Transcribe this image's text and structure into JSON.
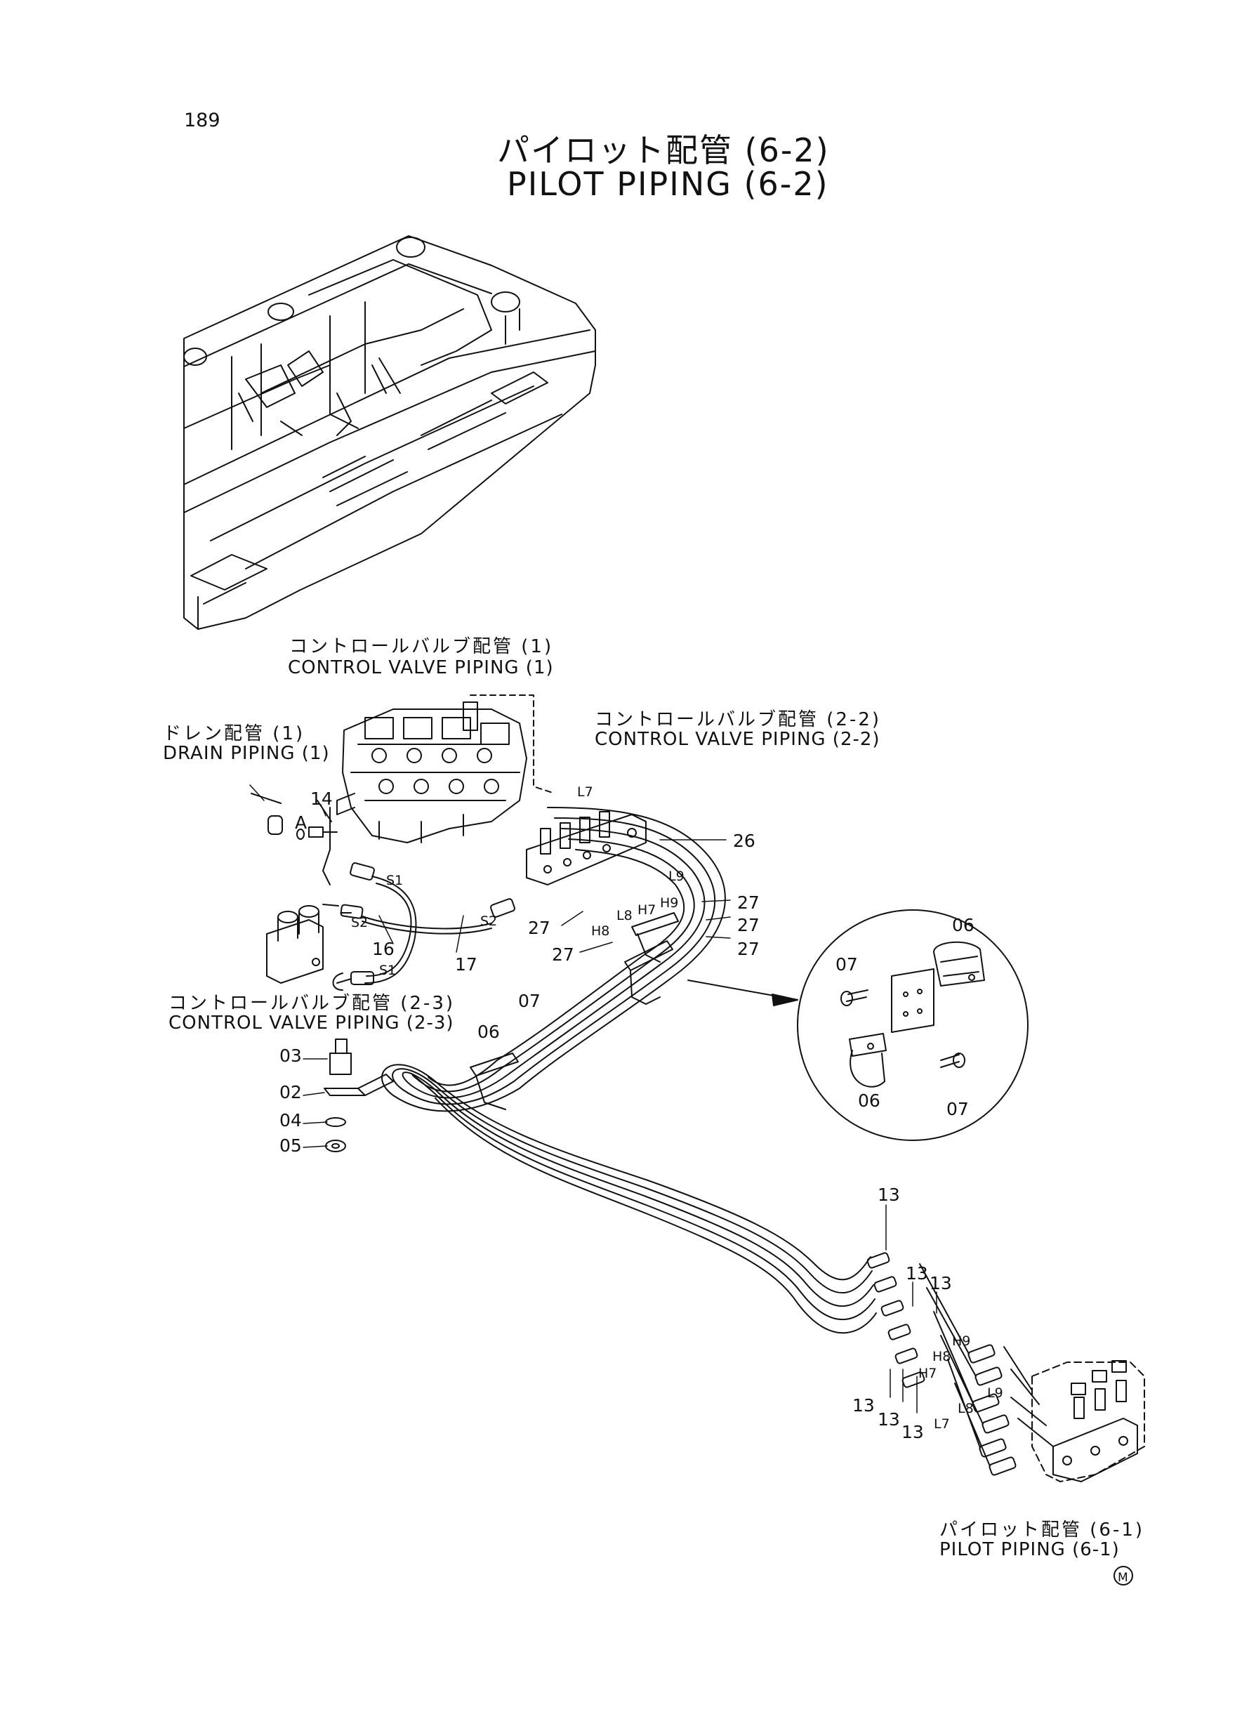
{
  "page_number": "189",
  "title": {
    "japanese": "パイロット配管 (6-2)",
    "english": "PILOT PIPING (6-2)"
  },
  "references": {
    "control_valve_piping_1": {
      "ja": "コントロールバルブ配管 (1)",
      "en": "CONTROL VALVE PIPING (1)"
    },
    "drain_piping_1": {
      "ja": "ドレン配管 (1)",
      "en": "DRAIN PIPING (1)"
    },
    "control_valve_piping_2_2": {
      "ja": "コントロールバルブ配管 (2-2)",
      "en": "CONTROL VALVE PIPING (2-2)"
    },
    "control_valve_piping_2_3": {
      "ja": "コントロールバルブ配管 (2-3)",
      "en": "CONTROL VALVE PIPING (2-3)"
    },
    "pilot_piping_6_1": {
      "ja": "パイロット配管 (6-1)",
      "en": "PILOT PIPING (6-1)"
    }
  },
  "view_marker": "A",
  "mark_symbol": "M",
  "callouts": {
    "c14": "14",
    "c26": "26",
    "c27a": "27",
    "c27b": "27",
    "c27c": "27",
    "c27d": "27",
    "c27e": "27",
    "c16": "16",
    "c17": "17",
    "c06a": "06",
    "c07a": "07",
    "c03": "03",
    "c02": "02",
    "c04": "04",
    "c05": "05",
    "c06b": "06",
    "c07b": "07",
    "c06c": "06",
    "c07c": "07",
    "c13a": "13",
    "c13b": "13",
    "c13c": "13",
    "c13d": "13",
    "c13e": "13",
    "c13f": "13"
  },
  "ports": {
    "l7a": "L7",
    "l9a": "L9",
    "h9a": "H9",
    "h7a": "H7",
    "l8a": "L8",
    "h8a": "H8",
    "s1a": "S1",
    "s2a": "S2",
    "s2b": "S2",
    "s1b": "S1",
    "h9b": "H9",
    "h8b": "H8",
    "h7b": "H7",
    "l9b": "L9",
    "l8b": "L8",
    "l7b": "L7"
  }
}
